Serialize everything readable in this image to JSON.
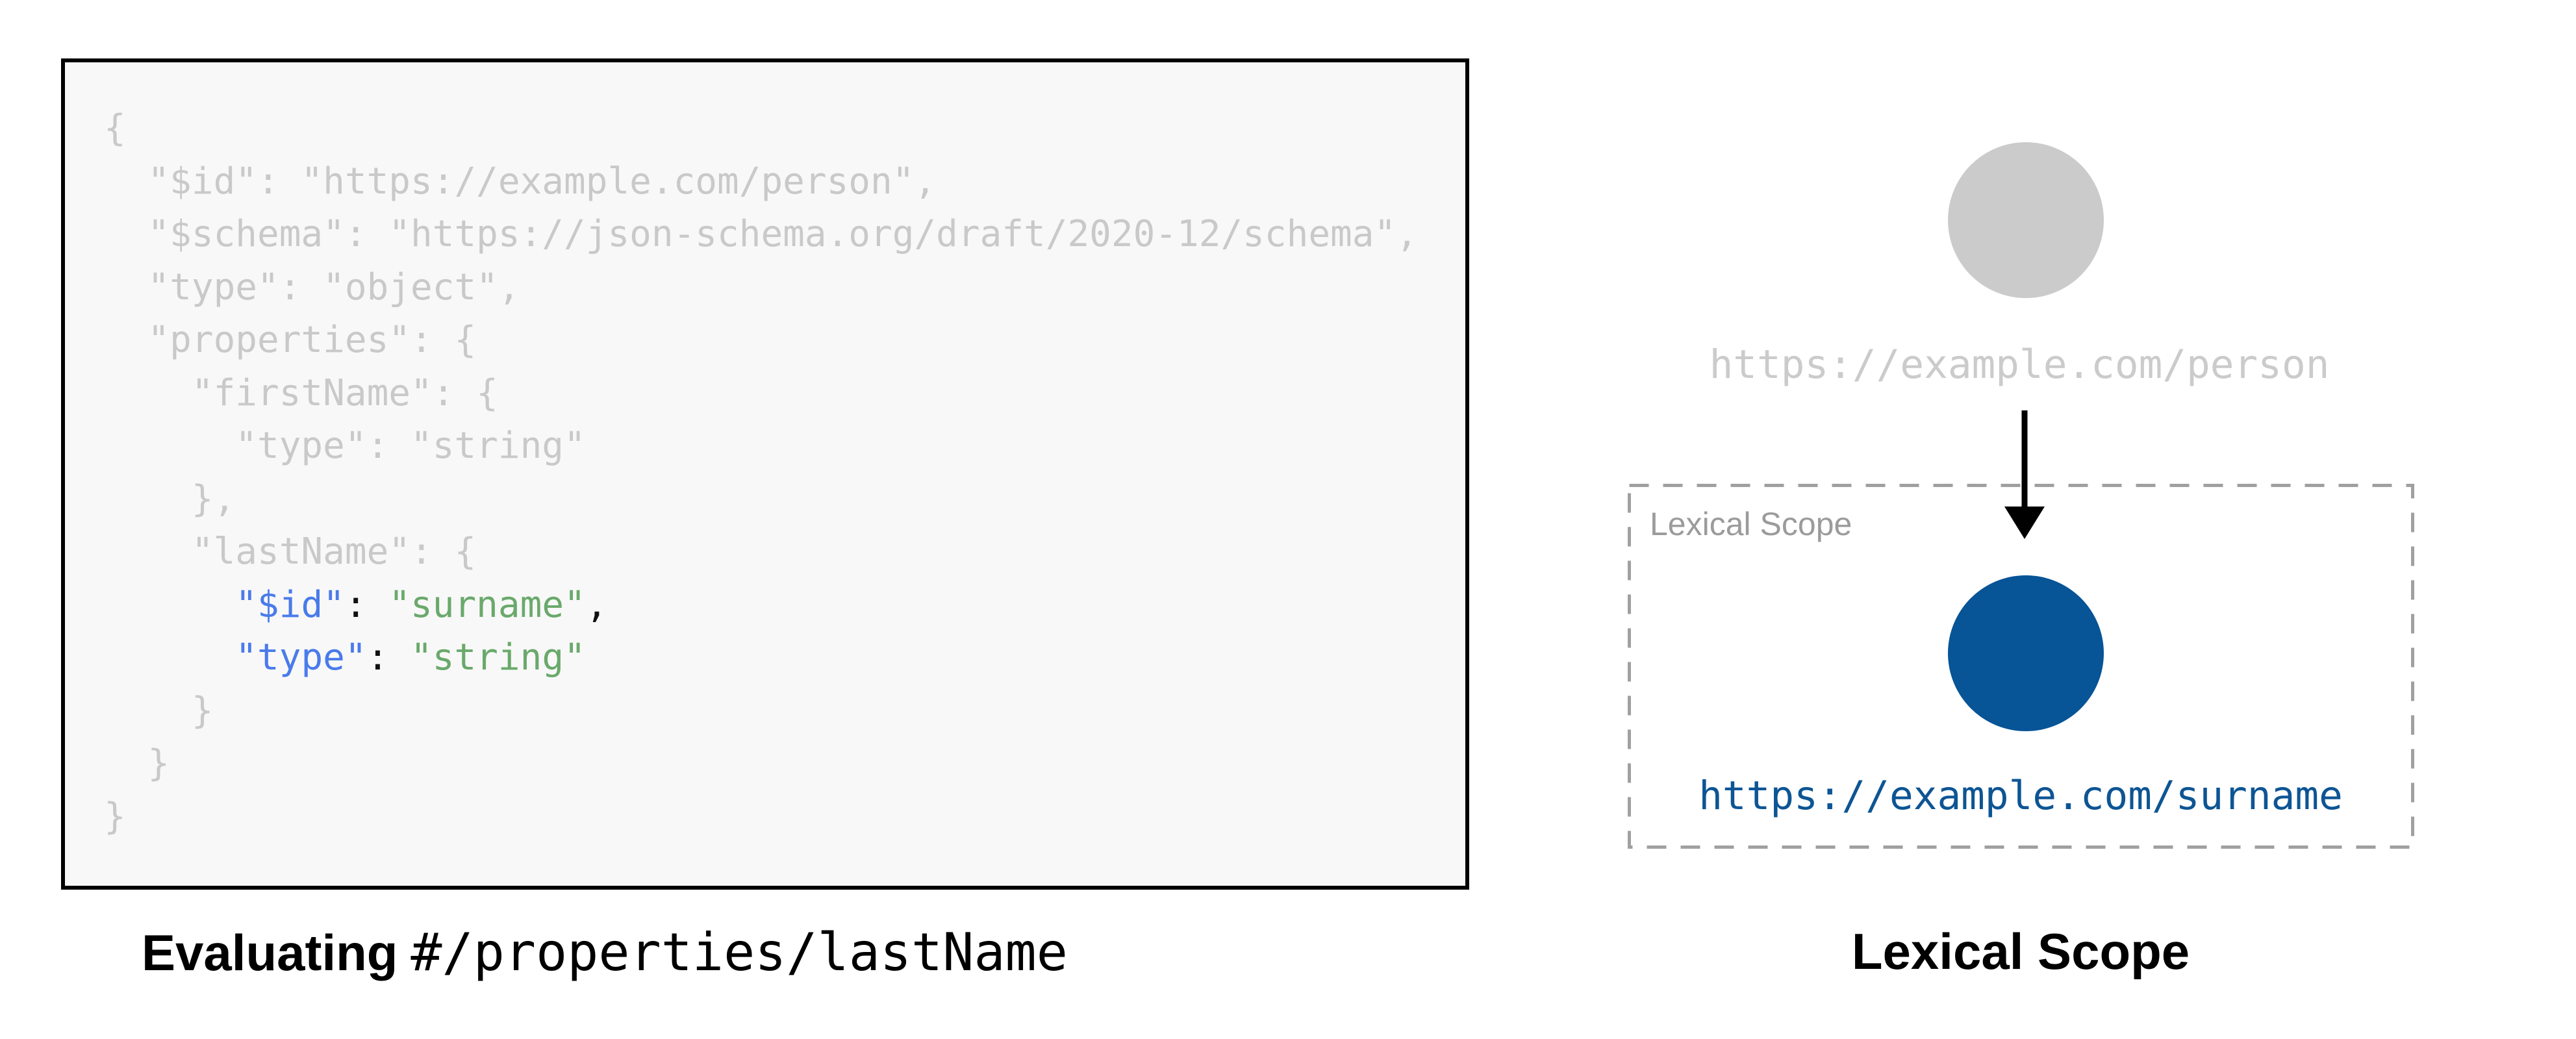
{
  "colors": {
    "code_box_bg": "#F8F8F8",
    "code_box_border": "#000000",
    "code_muted": "#C9C9C9",
    "code_key_blue": "#4A7BEA",
    "code_string_green": "#6AA96B",
    "code_punct_black": "#111111",
    "gray_circle": "#CBCBCB",
    "gray_uri_label": "#CBCBCB",
    "scope_dash_gray": "#A0A0A0",
    "scope_label_gray": "#9B9B9B",
    "blue_circle": "#075496",
    "blue_uri_label": "#0D5594",
    "arrow": "#000000"
  },
  "code_panel": {
    "caption_bold": "Evaluating",
    "caption_mono": "#/properties/lastName",
    "lines": [
      {
        "segments": [
          {
            "t": "{",
            "c": "muted"
          }
        ]
      },
      {
        "segments": [
          {
            "t": "  \"$id\": \"https://example.com/person\",",
            "c": "muted"
          }
        ]
      },
      {
        "segments": [
          {
            "t": "  \"$schema\": \"https://json-schema.org/draft/2020-12/schema\",",
            "c": "muted"
          }
        ]
      },
      {
        "segments": [
          {
            "t": "  \"type\": \"object\",",
            "c": "muted"
          }
        ]
      },
      {
        "segments": [
          {
            "t": "  \"properties\": {",
            "c": "muted"
          }
        ]
      },
      {
        "segments": [
          {
            "t": "    \"firstName\": {",
            "c": "muted"
          }
        ]
      },
      {
        "segments": [
          {
            "t": "      \"type\": \"string\"",
            "c": "muted"
          }
        ]
      },
      {
        "segments": [
          {
            "t": "    },",
            "c": "muted"
          }
        ]
      },
      {
        "segments": [
          {
            "t": "    \"lastName\": {",
            "c": "muted"
          }
        ]
      },
      {
        "segments": [
          {
            "t": "      ",
            "c": "muted"
          },
          {
            "t": "\"$id\"",
            "c": "key"
          },
          {
            "t": ":",
            "c": "punct"
          },
          {
            "t": " ",
            "c": "muted"
          },
          {
            "t": "\"surname\"",
            "c": "string"
          },
          {
            "t": ",",
            "c": "punct"
          }
        ]
      },
      {
        "segments": [
          {
            "t": "      ",
            "c": "muted"
          },
          {
            "t": "\"type\"",
            "c": "key"
          },
          {
            "t": ":",
            "c": "punct"
          },
          {
            "t": " ",
            "c": "muted"
          },
          {
            "t": "\"string\"",
            "c": "string"
          }
        ]
      },
      {
        "segments": [
          {
            "t": "    }",
            "c": "muted"
          }
        ]
      },
      {
        "segments": [
          {
            "t": "  }",
            "c": "muted"
          }
        ]
      },
      {
        "segments": [
          {
            "t": "}",
            "c": "muted"
          }
        ]
      }
    ]
  },
  "diagram": {
    "parent_uri": "https://example.com/person",
    "scope_box_label": "Lexical Scope",
    "child_uri": "https://example.com/surname",
    "caption": "Lexical Scope"
  }
}
